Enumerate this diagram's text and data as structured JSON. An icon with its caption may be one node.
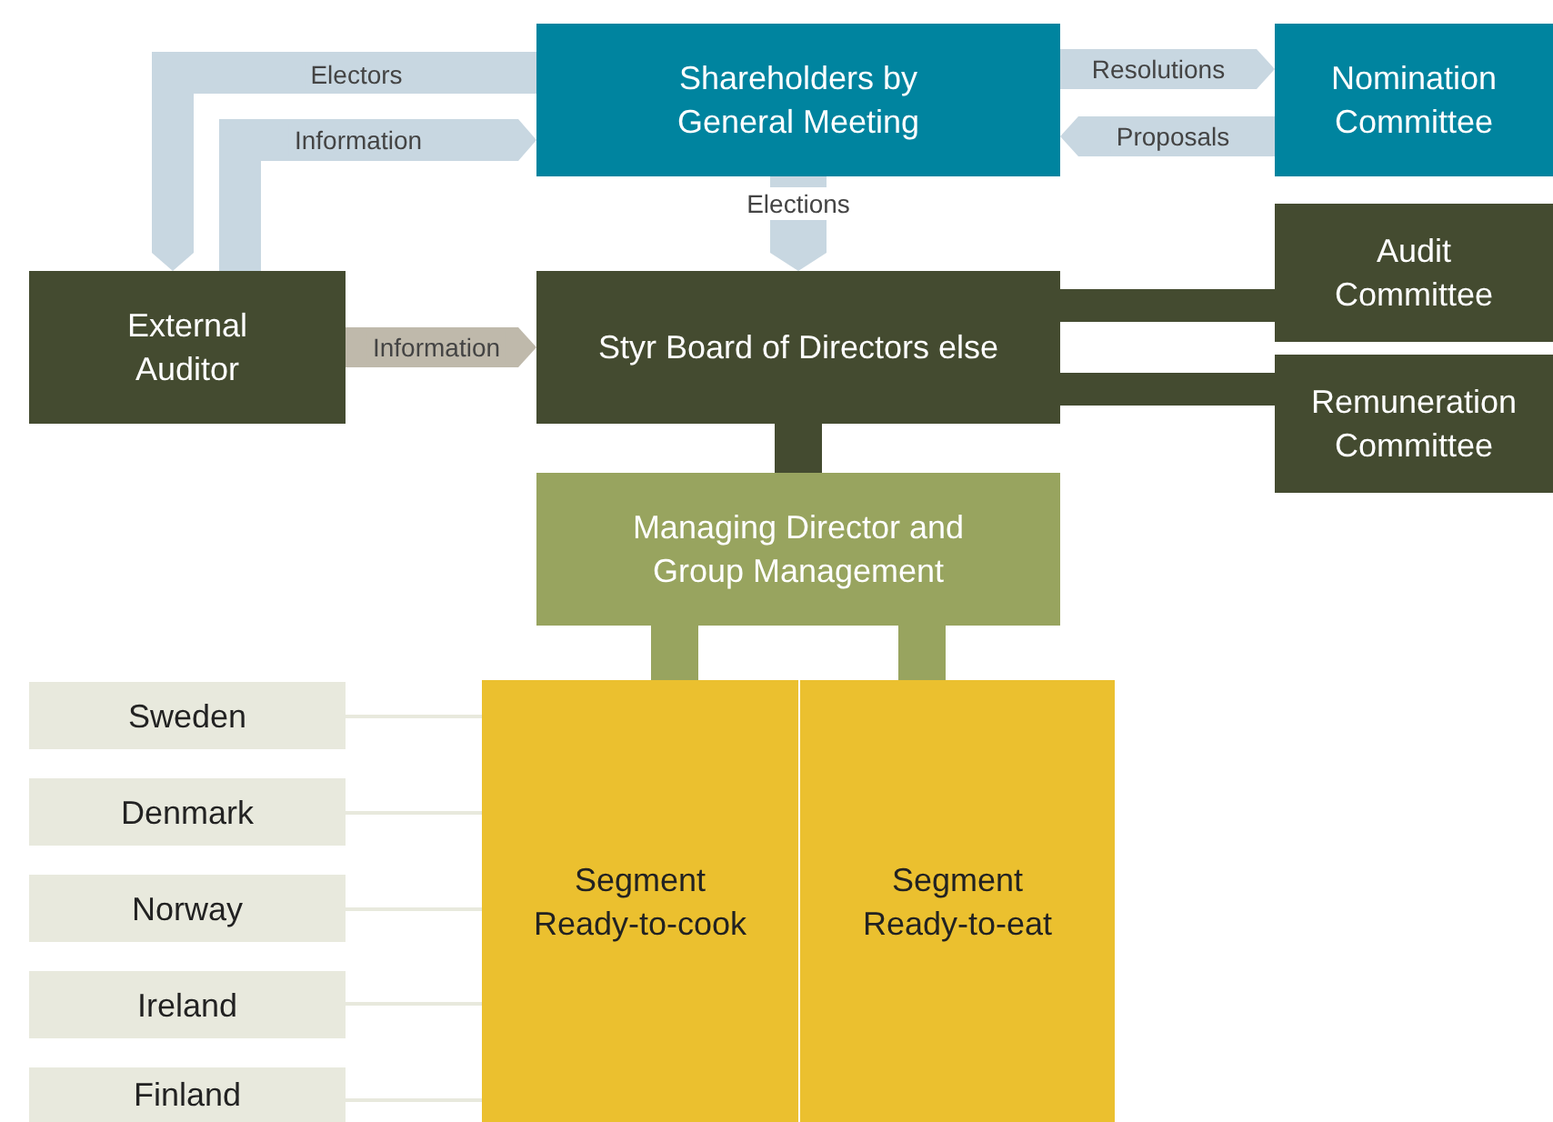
{
  "diagram": {
    "nodes": [
      {
        "text": [
          "Shareholders by General Meeting"
        ]
      },
      {
        "text": [
          "Nomination Committee"
        ]
      },
      {
        "text": [
          "External Auditor"
        ]
      },
      {
        "text": [
          "Styr Board of Directors else"
        ]
      },
      {
        "text": [
          "Audit Committee"
        ]
      },
      {
        "text": [
          "Remuneration Committee"
        ]
      },
      {
        "text": [
          "Managing Director and Group Management"
        ]
      },
      {
        "text": [
          "Segment Ready-to-cook"
        ]
      },
      {
        "text": [
          "Segment Ready-to-eat"
        ]
      },
      {
        "text": [
          "Sweden"
        ]
      },
      {
        "text": [
          "Denmark"
        ]
      },
      {
        "text": [
          "Norway"
        ]
      },
      {
        "text": [
          "Ireland"
        ]
      },
      {
        "text": [
          "Finland"
        ]
      }
    ],
    "edges": [
      {
        "from": 0,
        "to": 2,
        "arrow": "to",
        "label": "Electors"
      },
      {
        "from": 2,
        "to": 0,
        "arrow": "to",
        "label": "Information"
      },
      {
        "from": 2,
        "to": 3,
        "arrow": "to",
        "label": "Information",
        "color": "#bfb9ab"
      },
      {
        "from": 0,
        "to": 3,
        "arrow": "to",
        "label": "Elections"
      },
      {
        "from": 0,
        "to": 1,
        "arrow": "to",
        "label": "Resolutions"
      },
      {
        "from": 1,
        "to": 0,
        "arrow": "to",
        "label": "Proposals"
      },
      {
        "from": 3,
        "to": 4,
        "arrow": "none",
        "color": "#444b30"
      },
      {
        "from": 3,
        "to": 5,
        "arrow": "none",
        "color": "#444b30"
      },
      {
        "from": 3,
        "to": 6,
        "arrow": "none",
        "color": "#444b30"
      },
      {
        "from": 6,
        "to": 7,
        "arrow": "none",
        "color": "#98a45f"
      },
      {
        "from": 6,
        "to": 8,
        "arrow": "none",
        "color": "#98a45f"
      },
      {
        "from": 9,
        "to": 7,
        "arrow": "none",
        "color": "#e8e9dd"
      },
      {
        "from": 10,
        "to": 7,
        "arrow": "none",
        "color": "#e8e9dd"
      },
      {
        "from": 11,
        "to": 7,
        "arrow": "none",
        "color": "#e8e9dd"
      },
      {
        "from": 12,
        "to": 7,
        "arrow": "none",
        "color": "#e8e9dd"
      },
      {
        "from": 13,
        "to": 7,
        "arrow": "none",
        "color": "#e8e9dd"
      }
    ]
  }
}
